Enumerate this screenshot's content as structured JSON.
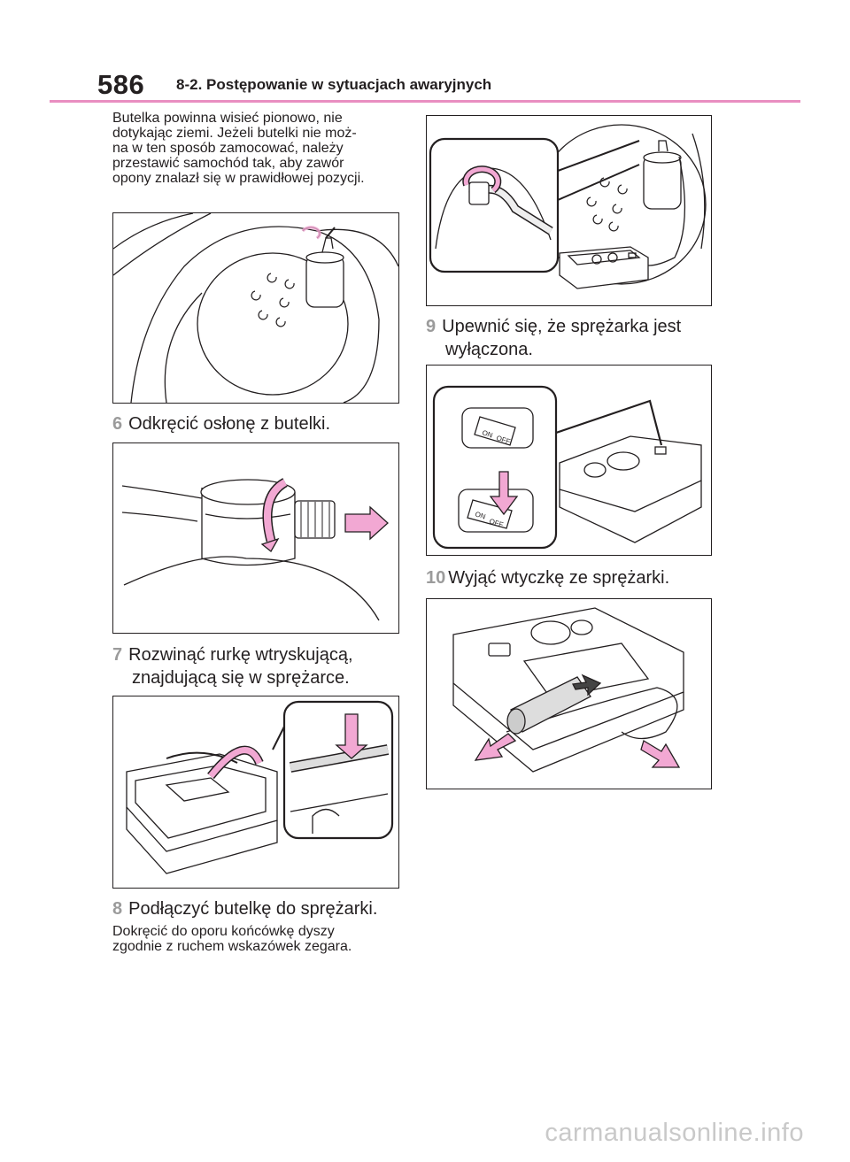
{
  "header": {
    "page_number": "586",
    "section_title": "8-2. Postępowanie w sytuacjach awaryjnych"
  },
  "intro": {
    "lines": [
      "Butelka powinna wisieć pionowo, nie",
      "dotykając ziemi. Jeżeli butelki nie moż-",
      "na w ten sposób zamocować, należy",
      "przestawić samochód tak, aby zawór",
      "opony znalazł się w prawidłowej pozycji."
    ]
  },
  "steps": [
    {
      "number": "6",
      "lines": [
        "Odkręcić osłonę z butelki."
      ]
    },
    {
      "number": "7",
      "lines": [
        "Rozwinąć rurkę wtryskującą,",
        "znajdującą się w sprężarce."
      ]
    },
    {
      "number": "8",
      "lines": [
        "Podłączyć butelkę do sprężarki."
      ],
      "note": [
        "Dokręcić do oporu końcówkę dyszy",
        "zgodnie z ruchem wskazówek zegara."
      ]
    },
    {
      "number": "9",
      "lines": [
        "Upewnić się, że sprężarka jest",
        "wyłączona."
      ]
    },
    {
      "number": "10",
      "lines": [
        "Wyjąć wtyczkę ze sprężarki."
      ]
    }
  ],
  "switch_labels": {
    "on": "ON",
    "off": "OFF"
  },
  "watermark": "carmanualsonline.info",
  "colors": {
    "accent_pink": "#e98ec1",
    "arrow_pink": "#f2a8d3",
    "step_number_gray": "#9b9b9b"
  }
}
